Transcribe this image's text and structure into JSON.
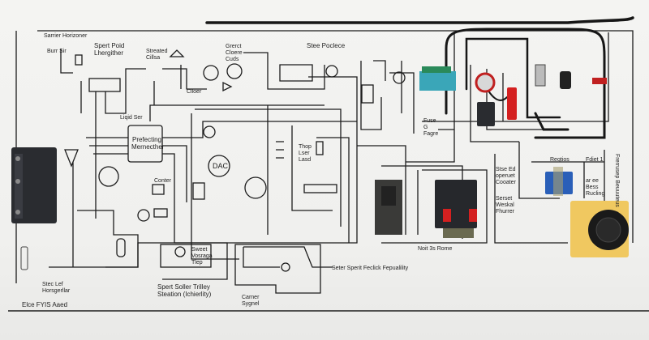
{
  "labels": {
    "top_left_box": "Sarrier Horizoner",
    "top_left_sub": "Burr Sir",
    "title_left": "Spert Poid Lhergither",
    "sensor_label": "Streated Cillsa",
    "gauge_label": "Grerct Cloere Cuds",
    "top_center": "Stee Poclece",
    "clover": "Clloer",
    "liquid": "Liqid Ser",
    "controller": "Prefecting Mernecther",
    "dac": "DAC",
    "counter": "Conter",
    "coil_labels": "Thop Lser Lasd",
    "bottom_center": "Spert Soller Trilley Steation (Ichierlity)",
    "bottom_right": "Seter Sperit Feclick Fepualility",
    "bottom_left_1": "Stec Lef Horsgerllar",
    "bottom_left_2": "Elce FYIS Aaed",
    "relay_caption": "Noit 3s Rome",
    "relay_side_1": "Stse Ed operuet Cooater",
    "relay_side_2": "Serset Weskal Fhurrer",
    "fuse_label": "Fuse G Fagre",
    "regtios": "Regtios",
    "fdiet": "Fdiet 1",
    "fdiet_sub": "ar ee Bess Rucling",
    "vertical_note": "Frerrusep Beuuuteus",
    "lamp_box": "Sweet Vosraga Tlep",
    "corner_signal": "Carner Sygnel"
  },
  "colors": {
    "paper": "#f2f2f0",
    "ink": "#1c1c1c",
    "relay_body": "#2a2c30",
    "switch_red": "#d42020",
    "blue_module": "#2a5fb8",
    "teal_module": "#3aa6b8",
    "speaker_box": "#f0c860"
  }
}
